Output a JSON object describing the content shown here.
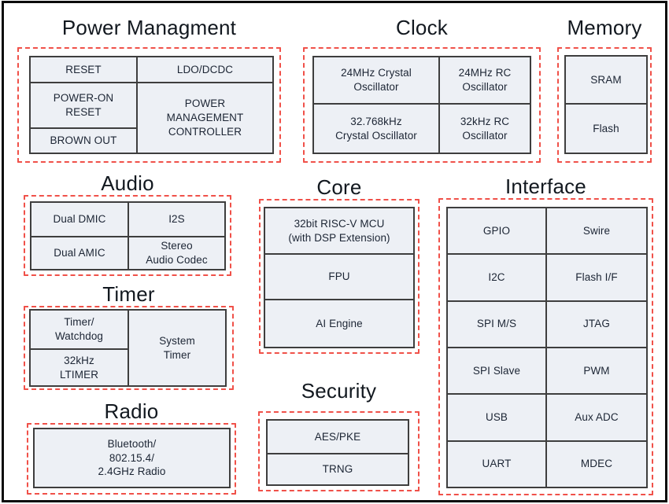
{
  "sections": {
    "power": {
      "title": "Power Managment",
      "cells": [
        "RESET",
        "LDO/DCDC",
        "POWER-ON\nRESET",
        "POWER\nMANAGEMENT\nCONTROLLER",
        "BROWN OUT"
      ]
    },
    "clock": {
      "title": "Clock",
      "cells": [
        "24MHz Crystal\nOscillator",
        "24MHz RC\nOscillator",
        "32.768kHz\nCrystal Oscillator",
        "32kHz RC\nOscillator"
      ]
    },
    "memory": {
      "title": "Memory",
      "cells": [
        "SRAM",
        "Flash"
      ]
    },
    "audio": {
      "title": "Audio",
      "cells": [
        "Dual DMIC",
        "I2S",
        "Dual AMIC",
        "Stereo\nAudio Codec"
      ]
    },
    "core": {
      "title": "Core",
      "cells": [
        "32bit RISC-V MCU\n(with DSP Extension)",
        "FPU",
        "AI Engine"
      ]
    },
    "interface": {
      "title": "Interface",
      "cells": [
        "GPIO",
        "Swire",
        "I2C",
        "Flash I/F",
        "SPI M/S",
        "JTAG",
        "SPI Slave",
        "PWM",
        "USB",
        "Aux ADC",
        "UART",
        "MDEC"
      ]
    },
    "timer": {
      "title": "Timer",
      "cells": [
        "Timer/\nWatchdog",
        "System\nTimer",
        "32kHz\nLTIMER"
      ]
    },
    "radio": {
      "title": "Radio",
      "cells": [
        "Bluetooth/\n802.15.4/\n2.4GHz Radio"
      ]
    },
    "security": {
      "title": "Security",
      "cells": [
        "AES/PKE",
        "TRNG"
      ]
    }
  },
  "colors": {
    "accent_dashed_border": "#f05149",
    "block_fill": "#edf0f5",
    "block_border": "#3e3e3e",
    "text": "#1c2534",
    "title_text": "#12181f",
    "frame": "#0b0b0b",
    "background": "#ffffff"
  }
}
